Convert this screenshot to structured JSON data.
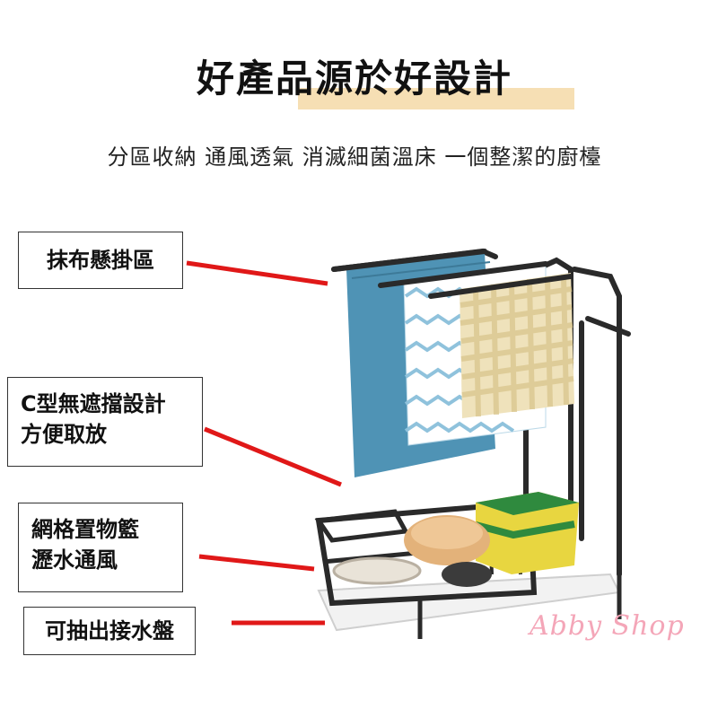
{
  "title": "好產品源於好設計",
  "subtitle": "分區收納 通風透氣 消滅細菌溫床 一個整潔的廚檯",
  "features": [
    {
      "lines": [
        "抹布懸掛區"
      ]
    },
    {
      "lines": [
        "C型無遮擋設計",
        "方便取放"
      ]
    },
    {
      "lines": [
        "網格置物籃",
        "瀝水通風"
      ]
    },
    {
      "lines": [
        "可抽出接水盤"
      ]
    }
  ],
  "brand": "Abby Shop",
  "colors": {
    "accent_line": "#e01818",
    "title_highlight": "#f6dfb4",
    "brand": "#f4a6b8",
    "rack": "#2a2a2a",
    "towel_blue": "#4f93b5",
    "towel_chevron": "#8fc2dc",
    "towel_check": "#e6d6a8",
    "sponge_yellow": "#e8d640",
    "sponge_green": "#2f8a3e",
    "soap": "#e3b27a"
  }
}
